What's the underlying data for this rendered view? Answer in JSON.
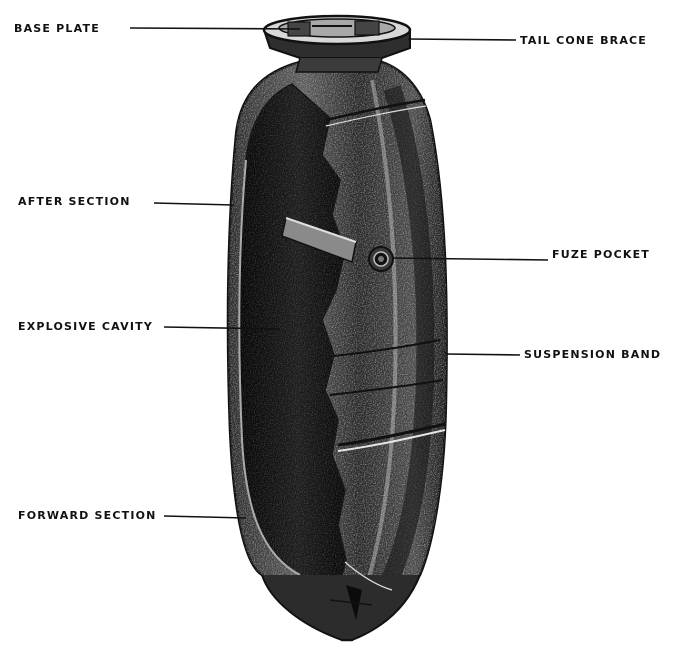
{
  "labels": {
    "base_plate": "BASE PLATE",
    "tail_cone_brace": "TAIL CONE BRACE",
    "after_section": "AFTER SECTION",
    "fuze_pocket": "FUZE POCKET",
    "explosive_cavity": "EXPLOSIVE CAVITY",
    "suspension_band": "SUSPENSION BAND",
    "forward_section": "FORWARD SECTION"
  },
  "colors": {
    "ink": "#111111",
    "cavity": "#0b0b0b",
    "shell": "#3a3a3a",
    "paper": "#ffffff"
  }
}
